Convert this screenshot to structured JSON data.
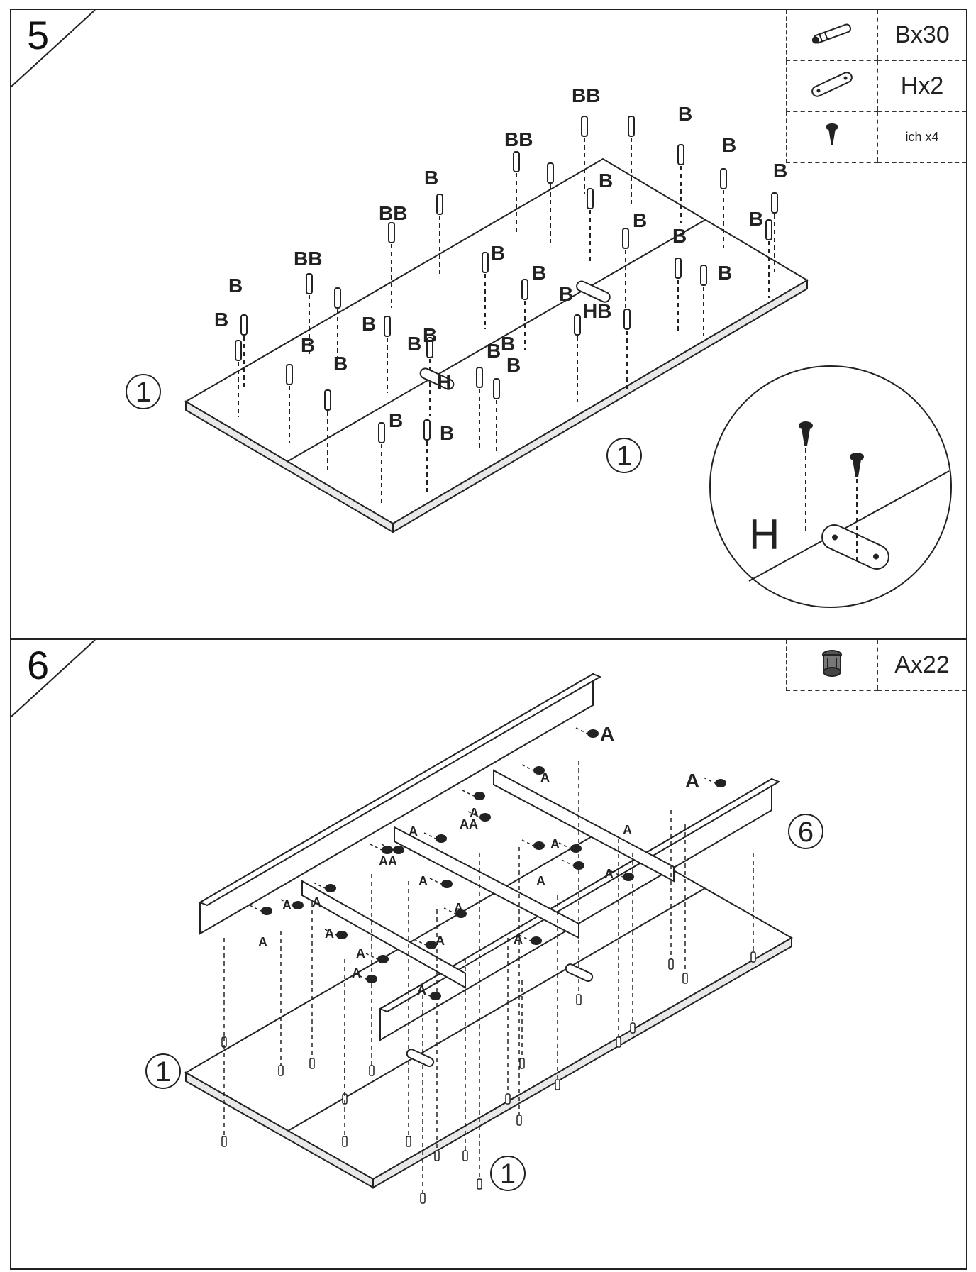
{
  "step5": {
    "number": "5",
    "parts": [
      {
        "icon": "dowel-icon",
        "qty": "Bx30"
      },
      {
        "icon": "connector-plate-icon",
        "qty": "Hx2"
      },
      {
        "icon": "screw-icon",
        "qty": "ich  x4"
      }
    ],
    "callouts": [
      "1",
      "1"
    ],
    "detail_label": "H",
    "labels": [
      "BB",
      "BB",
      "BB",
      "BB",
      "B",
      "B",
      "B",
      "B",
      "B",
      "B",
      "B",
      "B",
      "B",
      "B",
      "B",
      "B",
      "B",
      "B",
      "B",
      "B",
      "B",
      "B",
      "B",
      "B",
      "B",
      "HB",
      "H",
      "B",
      "B",
      "B"
    ]
  },
  "step6": {
    "number": "6",
    "parts": [
      {
        "icon": "cam-lock-icon",
        "qty": "Ax22"
      }
    ],
    "callouts": [
      "6",
      "1",
      "1"
    ],
    "labels": [
      "A",
      "A",
      "A",
      "AA",
      "AA",
      "A",
      "A",
      "A",
      "A",
      "A",
      "A",
      "A",
      "A",
      "A",
      "A",
      "A",
      "A",
      "A",
      "A",
      "A",
      "A",
      "A"
    ]
  },
  "colors": {
    "line": "#222222",
    "paper": "#ffffff"
  }
}
